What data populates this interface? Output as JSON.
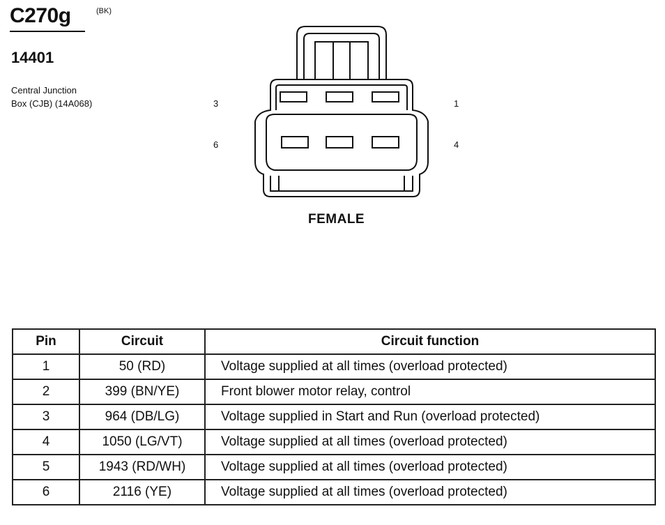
{
  "connector": {
    "id": "C270g",
    "color": "(BK)",
    "part_number": "14401",
    "location_line1": "Central Junction",
    "location_line2": "Box (CJB) (14A068)",
    "gender": "FEMALE",
    "pin_labels": {
      "top_left": "3",
      "top_right": "1",
      "bottom_left": "6",
      "bottom_right": "4"
    }
  },
  "table": {
    "headers": [
      "Pin",
      "Circuit",
      "Circuit function"
    ],
    "rows": [
      {
        "pin": "1",
        "circuit": "50 (RD)",
        "function": "Voltage supplied at all times (overload protected)"
      },
      {
        "pin": "2",
        "circuit": "399 (BN/YE)",
        "function": "Front blower motor relay, control"
      },
      {
        "pin": "3",
        "circuit": "964 (DB/LG)",
        "function": "Voltage supplied in Start and Run (overload protected)"
      },
      {
        "pin": "4",
        "circuit": "1050 (LG/VT)",
        "function": "Voltage supplied at all times (overload protected)"
      },
      {
        "pin": "5",
        "circuit": "1943 (RD/WH)",
        "function": "Voltage supplied at all times (overload protected)"
      },
      {
        "pin": "6",
        "circuit": "2116 (YE)",
        "function": "Voltage supplied at all times (overload protected)"
      }
    ]
  }
}
